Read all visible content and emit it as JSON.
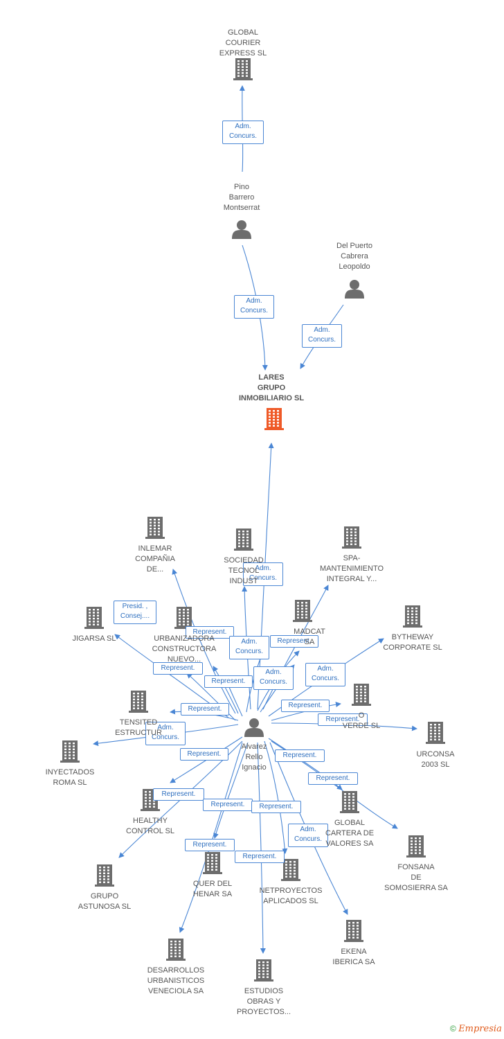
{
  "nodes": [
    {
      "id": "global_courier",
      "label": "GLOBAL\nCOURIER\nEXPRESS SL",
      "type": "company"
    },
    {
      "id": "pino",
      "label": "Pino\nBarrero\nMontserrat",
      "type": "person"
    },
    {
      "id": "del_puerto",
      "label": "Del Puerto\nCabrera\nLeopoldo",
      "type": "person"
    },
    {
      "id": "lares",
      "label": "LARES\nGRUPO\nINMOBILIARIO SL",
      "type": "company",
      "focus": true
    },
    {
      "id": "inlemar",
      "label": "INLEMAR\nCOMPAÑIA\nDE...",
      "type": "company"
    },
    {
      "id": "sociedad",
      "label": "SOCIEDAD\nTECNOL\nINDUST",
      "type": "company"
    },
    {
      "id": "spa",
      "label": "SPA-\nMANTENIMIENTO\nINTEGRAL Y...",
      "type": "company"
    },
    {
      "id": "jigarsa",
      "label": "JIGARSA SL",
      "type": "company"
    },
    {
      "id": "urbanizadora",
      "label": "URBANIZADORA\nCONSTRUCTORA\nNUEVO...",
      "type": "company"
    },
    {
      "id": "madcat",
      "label": "MADCAT\nSA",
      "type": "company"
    },
    {
      "id": "bytheway",
      "label": "BYTHEWAY\nCORPORATE SL",
      "type": "company"
    },
    {
      "id": "tensited",
      "label": "TENSITED\nESTRUCTUR",
      "type": "company"
    },
    {
      "id": "verde",
      "label": "O\nVERDE SL",
      "type": "company"
    },
    {
      "id": "urconsa",
      "label": "URCONSA\n2003 SL",
      "type": "company"
    },
    {
      "id": "inyectados",
      "label": "INYECTADOS\nROMA SL",
      "type": "company"
    },
    {
      "id": "alvarez",
      "label": "Alvarez\nRello\nIgnacio",
      "type": "person"
    },
    {
      "id": "healthy",
      "label": "HEALTHY\nCONTROL SL",
      "type": "company"
    },
    {
      "id": "global_cartera",
      "label": "GLOBAL\nCARTERA DE\nVALORES SA",
      "type": "company"
    },
    {
      "id": "fonsana",
      "label": "FONSANA\nDE\nSOMOSIERRA SA",
      "type": "company"
    },
    {
      "id": "grupo_astunosa",
      "label": "GRUPO\nASTUNOSA SL",
      "type": "company"
    },
    {
      "id": "quer",
      "label": "QUER DEL\nHENAR SA",
      "type": "company"
    },
    {
      "id": "netproyectos",
      "label": "NETPROYECTOS\nAPLICADOS SL",
      "type": "company"
    },
    {
      "id": "ekena",
      "label": "EKENA\nIBERICA SA",
      "type": "company"
    },
    {
      "id": "desarrollos",
      "label": "DESARROLLOS\nURBANISTICOS\nVENECIOLA SA",
      "type": "company"
    },
    {
      "id": "estudios",
      "label": "ESTUDIOS\nOBRAS Y\nPROYECTOS...",
      "type": "company"
    }
  ],
  "edges": [
    {
      "from": "pino",
      "to": "global_courier",
      "label": "Adm.\nConcurs."
    },
    {
      "from": "pino",
      "to": "lares",
      "label": "Adm.\nConcurs."
    },
    {
      "from": "del_puerto",
      "to": "lares",
      "label": "Adm.\nConcurs."
    },
    {
      "from": "alvarez",
      "to": "lares",
      "label": ""
    },
    {
      "from": "alvarez",
      "to": "inlemar",
      "label": ""
    },
    {
      "from": "alvarez",
      "to": "sociedad",
      "label": "Adm.\nConcurs."
    },
    {
      "from": "alvarez",
      "to": "spa",
      "label": ""
    },
    {
      "from": "alvarez",
      "to": "jigarsa",
      "label": "Presid. ,\nConsej...."
    },
    {
      "from": "alvarez",
      "to": "urbanizadora",
      "label": "Represent."
    },
    {
      "from": "alvarez",
      "to": "urbanizadora",
      "label": "Represent."
    },
    {
      "from": "alvarez",
      "to": "madcat",
      "label": "Adm.\nConcurs."
    },
    {
      "from": "alvarez",
      "to": "madcat",
      "label": "Represent."
    },
    {
      "from": "alvarez",
      "to": "urbanizadora",
      "label": "Represent."
    },
    {
      "from": "alvarez",
      "to": "madcat",
      "label": "Adm.\nConcurs."
    },
    {
      "from": "alvarez",
      "to": "bytheway",
      "label": "Adm.\nConcurs."
    },
    {
      "from": "alvarez",
      "to": "tensited",
      "label": "Represent."
    },
    {
      "from": "alvarez",
      "to": "verde",
      "label": "Represent."
    },
    {
      "from": "alvarez",
      "to": "urconsa",
      "label": "Represent."
    },
    {
      "from": "alvarez",
      "to": "inyectados",
      "label": "Adm.\nConcurs."
    },
    {
      "from": "alvarez",
      "to": "healthy",
      "label": "Represent."
    },
    {
      "from": "alvarez",
      "to": "global_cartera",
      "label": "Represent."
    },
    {
      "from": "alvarez",
      "to": "fonsana",
      "label": "Represent."
    },
    {
      "from": "alvarez",
      "to": "grupo_astunosa",
      "label": "Represent."
    },
    {
      "from": "alvarez",
      "to": "quer",
      "label": "Represent."
    },
    {
      "from": "alvarez",
      "to": "netproyectos",
      "label": "Represent."
    },
    {
      "from": "alvarez",
      "to": "ekena",
      "label": "Adm.\nConcurs."
    },
    {
      "from": "alvarez",
      "to": "desarrollos",
      "label": "Represent."
    },
    {
      "from": "alvarez",
      "to": "estudios",
      "label": "Represent."
    }
  ],
  "colors": {
    "edge": "#4a86d4",
    "icon": "#6d6d6d",
    "focus_icon": "#ef5a28",
    "label_text": "#555555"
  },
  "footer": {
    "copyright": "©",
    "brand": "Empresia"
  }
}
